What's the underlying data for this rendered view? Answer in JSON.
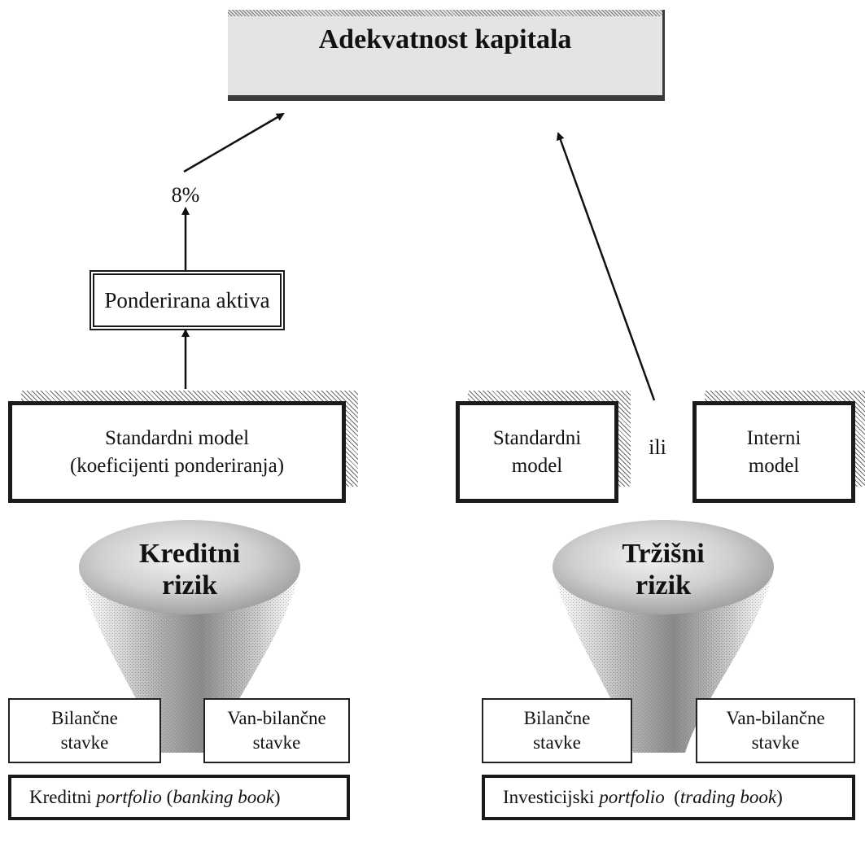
{
  "title": "Adekvatnost kapitala",
  "percent_label": "8%",
  "weighted_assets": "Ponderirana aktiva",
  "credit_branch": {
    "model_line1": "Standardni model",
    "model_line2": "(koeficijenti ponderiranja)",
    "funnel_line1": "Kreditni",
    "funnel_line2": "rizik",
    "left_item_line1": "Bilančne",
    "left_item_line2": "stavke",
    "right_item_line1": "Van-bilančne",
    "right_item_line2": "stavke",
    "portfolio_prefix": "Kreditni ",
    "portfolio_italic": "portfolio",
    "portfolio_open": " (",
    "portfolio_book": "banking book",
    "portfolio_close": ")"
  },
  "market_branch": {
    "standard_line1": "Standardni",
    "standard_line2": "model",
    "or_label": "ili",
    "internal_line1": "Interni",
    "internal_line2": "model",
    "funnel_line1": "Tržišni",
    "funnel_line2": "rizik",
    "left_item_line1": "Bilančne",
    "left_item_line2": "stavke",
    "right_item_line1": "Van-bilančne",
    "right_item_line2": "stavke",
    "portfolio_prefix": "Investicijski ",
    "portfolio_italic": "portfolio",
    "portfolio_open": "  (",
    "portfolio_book": "trading book",
    "portfolio_close": ")"
  }
}
